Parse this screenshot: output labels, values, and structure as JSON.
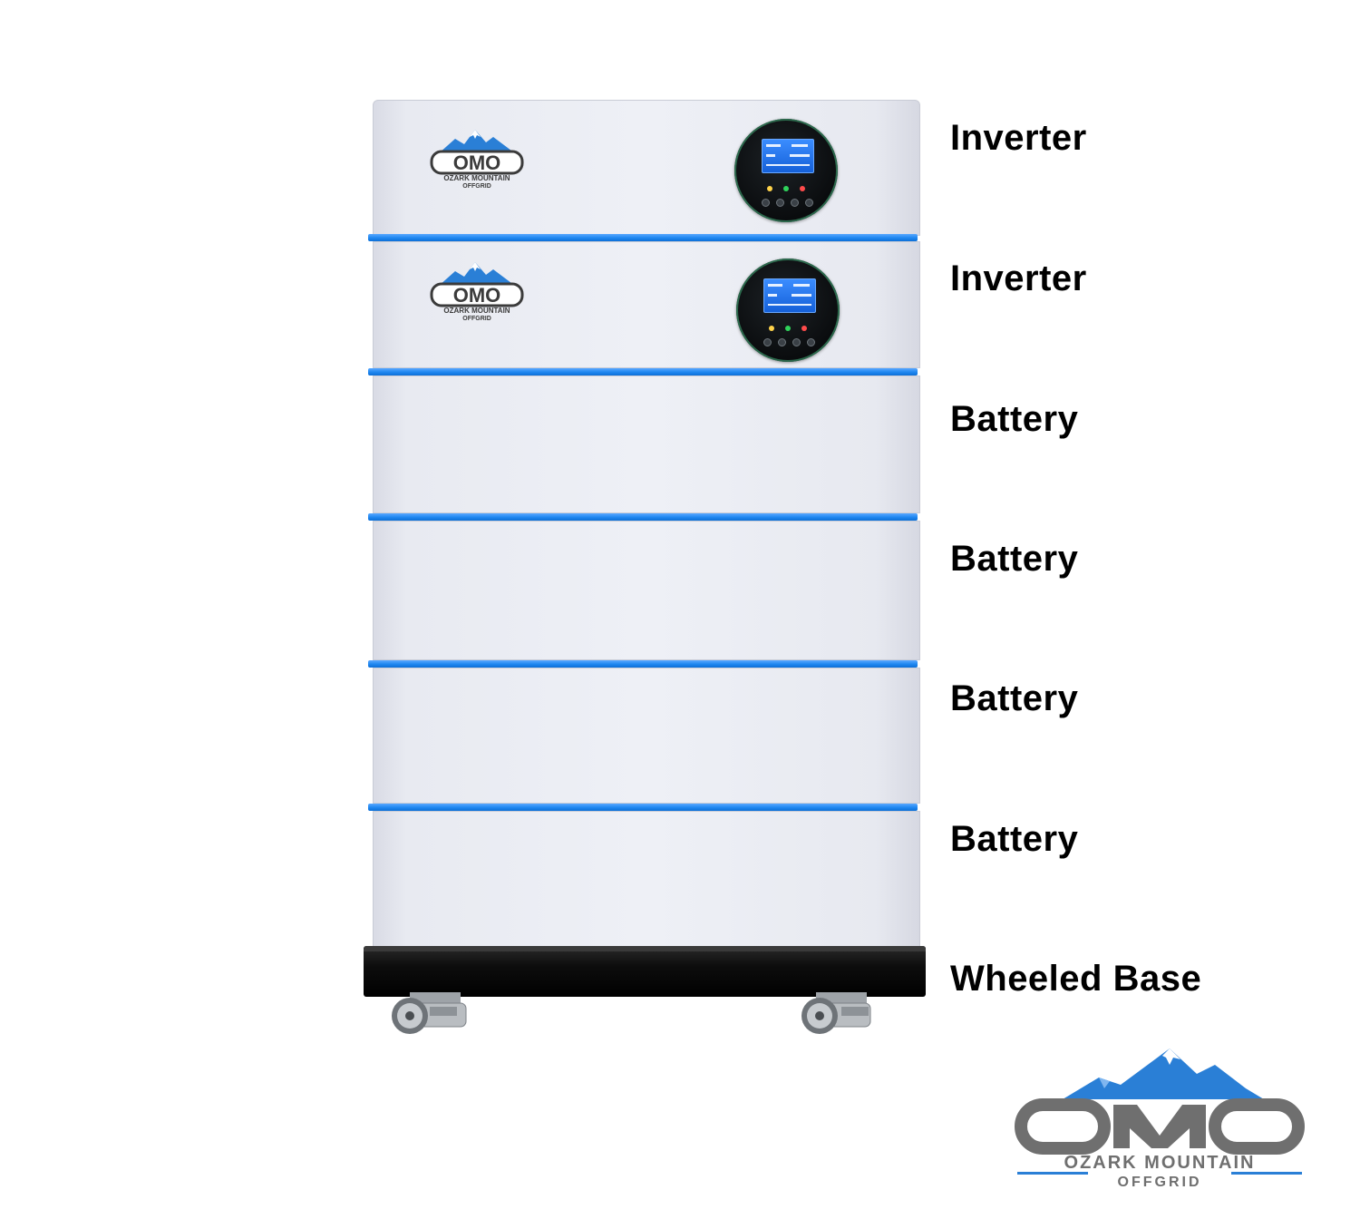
{
  "components": [
    {
      "label": "Inverter",
      "type": "inverter"
    },
    {
      "label": "Inverter",
      "type": "inverter"
    },
    {
      "label": "Battery",
      "type": "battery"
    },
    {
      "label": "Battery",
      "type": "battery"
    },
    {
      "label": "Battery",
      "type": "battery"
    },
    {
      "label": "Battery",
      "type": "battery"
    },
    {
      "label": "Wheeled Base",
      "type": "base"
    }
  ],
  "brand": {
    "mark": "OMO",
    "name": "OZARK MOUNTAIN",
    "sub": "OFFGRID",
    "accent_color": "#1e86f0",
    "mountain_color": "#2a7fd6",
    "mark_color": "#707070"
  }
}
